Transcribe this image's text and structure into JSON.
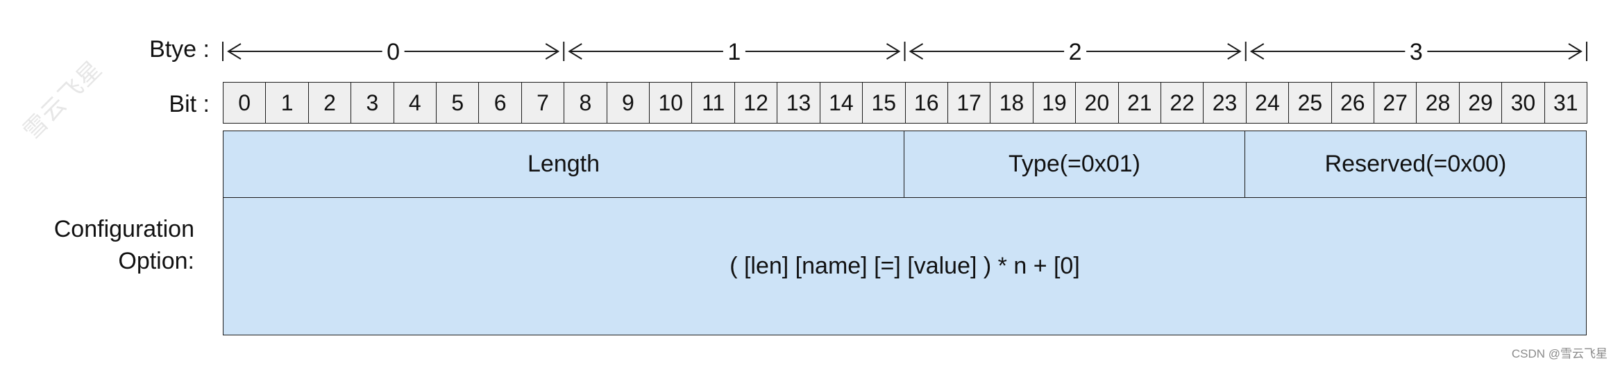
{
  "labels": {
    "byte_row": "Btye :",
    "bit_row": "Bit :",
    "config_line1": "Configuration",
    "config_line2": "Option:"
  },
  "bytes": [
    "0",
    "1",
    "2",
    "3"
  ],
  "bits": [
    "0",
    "1",
    "2",
    "3",
    "4",
    "5",
    "6",
    "7",
    "8",
    "9",
    "10",
    "11",
    "12",
    "13",
    "14",
    "15",
    "16",
    "17",
    "18",
    "19",
    "20",
    "21",
    "22",
    "23",
    "24",
    "25",
    "26",
    "27",
    "28",
    "29",
    "30",
    "31"
  ],
  "fields": {
    "length": "Length",
    "type": "Type(=0x01)",
    "reserved": "Reserved(=0x00)",
    "option": "( [len] [name] [=] [value] ) * n + [0]"
  },
  "watermark": {
    "corner": "CSDN @雪云飞星",
    "diagonal": "雪云飞星"
  },
  "colors": {
    "field_fill": "#cde3f7",
    "bit_cell_fill": "#efefef",
    "border": "#1a1a1a"
  }
}
